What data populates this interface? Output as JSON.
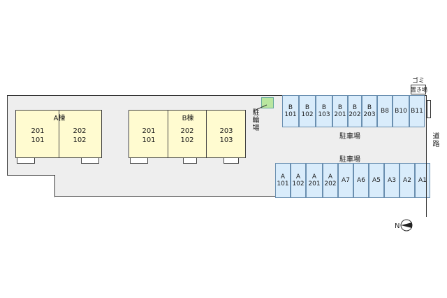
{
  "buildings": {
    "a": {
      "name": "A棟",
      "units": [
        [
          "201",
          "101"
        ],
        [
          "202",
          "102"
        ]
      ]
    },
    "b": {
      "name": "B棟",
      "units": [
        [
          "201",
          "101"
        ],
        [
          "202",
          "102"
        ],
        [
          "203",
          "103"
        ]
      ]
    }
  },
  "bicycle_parking": {
    "label": [
      "駐",
      "輪",
      "場"
    ]
  },
  "parking_top": {
    "label": "駐車場",
    "slots": [
      [
        "B",
        "101"
      ],
      [
        "B",
        "102"
      ],
      [
        "B",
        "103"
      ],
      [
        "B",
        "201"
      ],
      [
        "B",
        "202"
      ],
      [
        "B",
        "203"
      ],
      [
        "B8"
      ],
      [
        "B10"
      ],
      [
        "B11"
      ]
    ]
  },
  "parking_bottom": {
    "label": "駐車場",
    "slots": [
      [
        "A",
        "101"
      ],
      [
        "A",
        "102"
      ],
      [
        "A",
        "201"
      ],
      [
        "A",
        "202"
      ],
      [
        "A7"
      ],
      [
        "A6"
      ],
      [
        "A5"
      ],
      [
        "A3"
      ],
      [
        "A2"
      ],
      [
        "A1"
      ]
    ]
  },
  "garbage": {
    "line1": "ゴミ",
    "line2": "置き場"
  },
  "road": {
    "label": [
      "道",
      "路"
    ]
  },
  "compass": {
    "label": "N"
  },
  "colors": {
    "building": "#fffbd0",
    "parking": "#d9ecfb",
    "bicycle": "#b9e6a0",
    "site": "#eeeeee"
  }
}
